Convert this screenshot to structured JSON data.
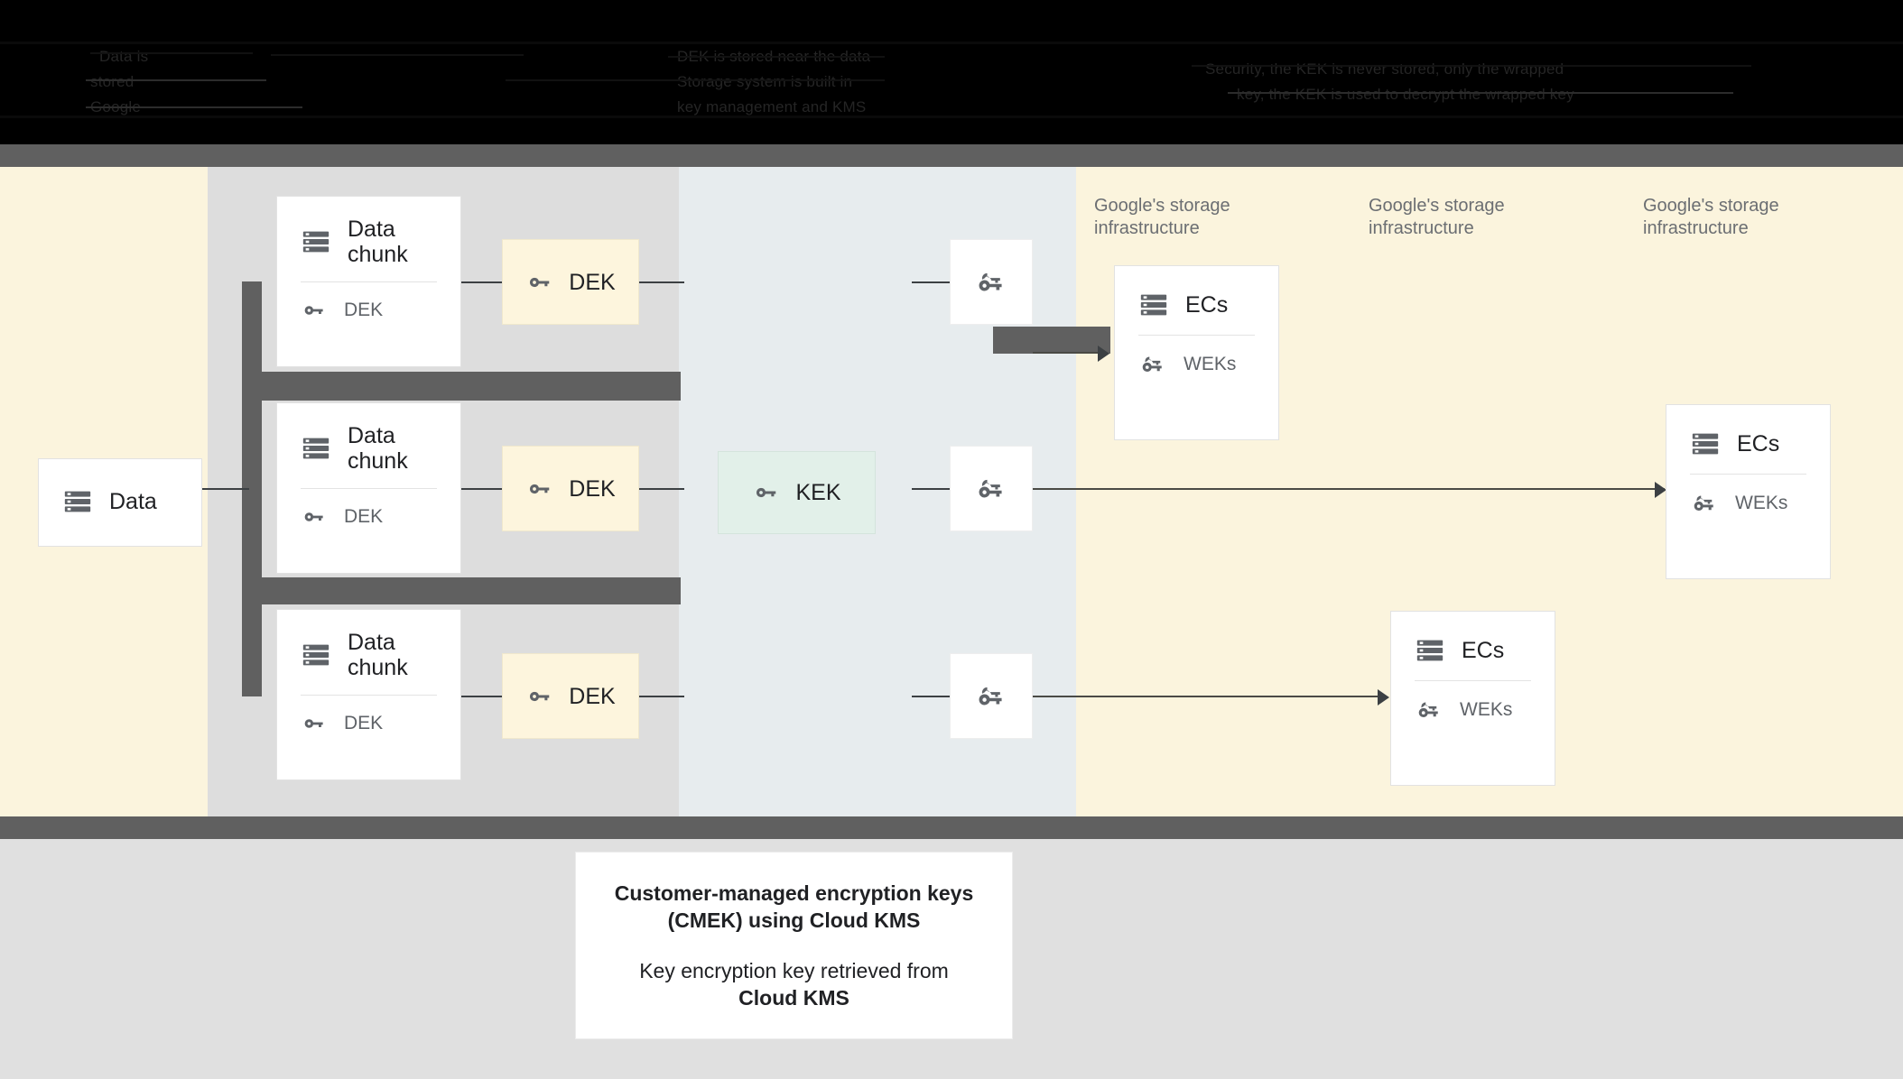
{
  "header": {
    "obscured": true,
    "note_lines": [
      "Data is",
      "stored",
      "Google",
      "DEK is stored near the data",
      "Storage system is built in",
      "key management and KMS",
      "Security, the KEK is never stored, only the wrapped",
      "key, the KEK is used to decrypt the wrapped key"
    ]
  },
  "diagram": {
    "left_source": {
      "label": "Data",
      "icon": "storage-icon"
    },
    "chunks": [
      {
        "title": "Data chunk",
        "icon": "storage-icon",
        "key_label": "DEK",
        "key_icon": "key-icon",
        "dek_box": {
          "label": "DEK",
          "icon": "key-icon"
        }
      },
      {
        "title": "Data chunk",
        "icon": "storage-icon",
        "key_label": "DEK",
        "key_icon": "key-icon",
        "dek_box": {
          "label": "DEK",
          "icon": "key-icon"
        }
      },
      {
        "title": "Data chunk",
        "icon": "storage-icon",
        "key_label": "DEK",
        "key_icon": "key-icon",
        "dek_box": {
          "label": "DEK",
          "icon": "key-icon"
        }
      }
    ],
    "kek": {
      "label": "KEK",
      "icon": "key-icon"
    },
    "wrapped_keys": [
      {
        "icon": "double-key-icon"
      },
      {
        "icon": "double-key-icon"
      },
      {
        "icon": "double-key-icon"
      }
    ],
    "infra_labels": [
      "Google's storage infrastructure",
      "Google's storage infrastructure",
      "Google's storage infrastructure"
    ],
    "ec_cards": [
      {
        "title": "ECs",
        "icon": "storage-icon",
        "key_label": "WEKs",
        "key_icon": "double-key-icon"
      },
      {
        "title": "ECs",
        "icon": "storage-icon",
        "key_label": "WEKs",
        "key_icon": "double-key-icon"
      },
      {
        "title": "ECs",
        "icon": "storage-icon",
        "key_label": "WEKs",
        "key_icon": "double-key-icon"
      }
    ]
  },
  "caption": {
    "title_line1": "Customer-managed encryption keys",
    "title_line2": "(CMEK) using Cloud KMS",
    "body_line1": "Key encryption key retrieved from",
    "body_line2": "Cloud KMS"
  },
  "colors": {
    "panel_cream": "#fbf4dd",
    "panel_mint": "#e7ecee",
    "panel_gray": "#dddddd",
    "band_dark": "#606060",
    "kek_fill": "#e2f0e9",
    "dek_fill": "#fdf5dd",
    "text_primary": "#202124",
    "text_secondary": "#5f6368",
    "icon_fill": "#5f6368",
    "bottom_gray": "#e0e0e0",
    "header_black": "#000000"
  }
}
